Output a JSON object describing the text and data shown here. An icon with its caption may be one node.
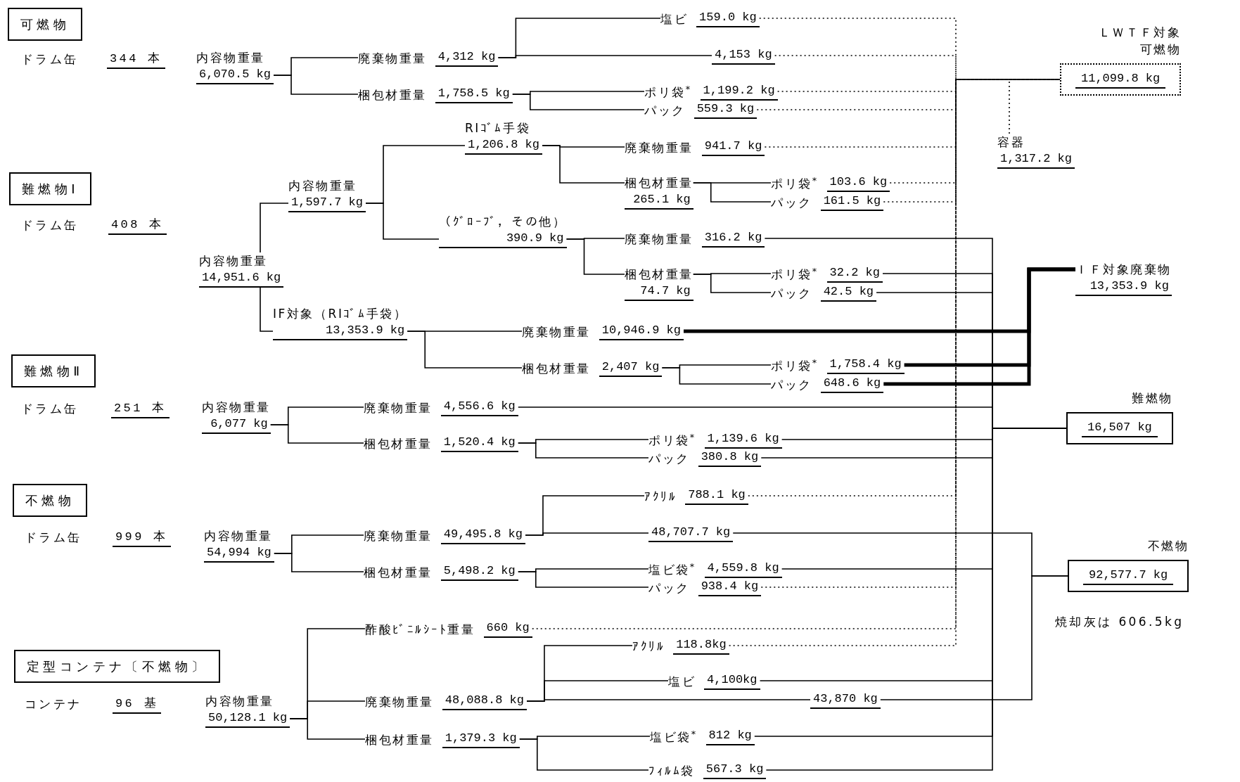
{
  "diagram": {
    "nodes": [
      {
        "text": [
          "可燃物"
        ],
        "beside": [
          "ドラム缶",
          "344 本"
        ]
      },
      {
        "text": [
          "内容物重量",
          "6,070.5 kg"
        ]
      },
      {
        "text": [
          "廃棄物重量",
          "4,312 kg"
        ]
      },
      {
        "text": [
          "梱包材重量",
          "1,758.5 kg"
        ]
      },
      {
        "text": [
          "塩ビ",
          "159.0 kg"
        ]
      },
      {
        "text": [
          "4,153 kg"
        ]
      },
      {
        "text": [
          "ポリ袋$^{*}$",
          "1,199.2 kg"
        ]
      },
      {
        "text": [
          "パック",
          "559.3 kg"
        ]
      },
      {
        "text": [
          "ＬＷＴＦ対象可燃物",
          "11,099.8 kg"
        ]
      },
      {
        "text": [
          "容器",
          "1,317.2 kg"
        ]
      },
      {
        "text": [
          "難燃物Ⅰ"
        ],
        "beside": [
          "ドラム缶",
          "408 本"
        ]
      },
      {
        "text": [
          "内容物重量",
          "14,951.6 kg"
        ]
      },
      {
        "text": [
          "内容物重量",
          "1,597.7 kg"
        ]
      },
      {
        "text": [
          "RIｺﾞﾑ手袋",
          "1,206.8 kg"
        ]
      },
      {
        "text": [
          "（ｸﾞﾛｰﾌﾞ，その他）",
          "390.9 kg"
        ]
      },
      {
        "text": [
          "IF対象（RIｺﾞﾑ手袋）",
          "13,353.9 kg"
        ]
      },
      {
        "text": [
          "廃棄物重量",
          "941.7 kg"
        ]
      },
      {
        "text": [
          "梱包材重量",
          "265.1 kg"
        ]
      },
      {
        "text": [
          "ポリ袋$^{*}$",
          "103.6 kg"
        ]
      },
      {
        "text": [
          "パック",
          "161.5 kg"
        ]
      },
      {
        "text": [
          "廃棄物重量",
          "316.2 kg"
        ]
      },
      {
        "text": [
          "梱包材重量",
          "74.7 kg"
        ]
      },
      {
        "text": [
          "ポリ袋$^{*}$",
          "32.2 kg"
        ]
      },
      {
        "text": [
          "パック",
          "42.5 kg"
        ]
      },
      {
        "text": [
          "廃棄物重量",
          "10,946.9 kg"
        ]
      },
      {
        "text": [
          "梱包材重量",
          "2,407 kg"
        ]
      },
      {
        "text": [
          "ポリ袋$^{*}$",
          "1,758.4 kg"
        ]
      },
      {
        "text": [
          "パック",
          "648.6 kg"
        ]
      },
      {
        "text": [
          "ＩＦ対象廃棄物",
          "13,353.9 kg"
        ]
      },
      {
        "text": [
          "難燃物Ⅱ"
        ],
        "beside": [
          "ドラム缶",
          "251 本"
        ]
      },
      {
        "text": [
          "内容物重量",
          "6,077 kg"
        ]
      },
      {
        "text": [
          "廃棄物重量",
          "4,556.6 kg"
        ]
      },
      {
        "text": [
          "梱包材重量",
          "1,520.4 kg"
        ]
      },
      {
        "text": [
          "ポリ袋$^{*}$",
          "1,139.6 kg"
        ]
      },
      {
        "text": [
          "パック",
          "380.8 kg"
        ]
      },
      {
        "text": [
          "難燃物",
          "16,507 kg"
        ]
      },
      {
        "text": [
          "不燃物"
        ],
        "beside": [
          "ドラム缶",
          "999 本"
        ]
      },
      {
        "text": [
          "内容物重量",
          "54,994 kg"
        ]
      },
      {
        "text": [
          "廃棄物重量",
          "49,495.8 kg"
        ]
      },
      {
        "text": [
          "梱包材重量",
          "5,498.2 kg"
        ]
      },
      {
        "text": [
          "ｱｸﾘﾙ",
          "788.1 kg"
        ]
      },
      {
        "text": [
          "48,707.7 kg"
        ]
      },
      {
        "text": [
          "塩ビ袋$^{*}$",
          "4,559.8 kg"
        ]
      },
      {
        "text": [
          "パック",
          "938.4 kg"
        ]
      },
      {
        "text": [
          "不燃物",
          "92,577.7 kg"
        ],
        "beside": [
          "焼却灰は 606.5kg"
        ]
      },
      {
        "text": [
          "定型コンテナ〔不燃物〕"
        ],
        "beside": [
          "コンテナ",
          "96 基"
        ]
      },
      {
        "text": [
          "内容物重量",
          "50,128.1 kg"
        ]
      },
      {
        "text": [
          "酢酸ﾋﾞﾆﾙｼｰﾄ重量",
          "660 kg"
        ]
      },
      {
        "text": [
          "廃棄物重量",
          "48,088.8 kg"
        ]
      },
      {
        "text": [
          "梱包材重量",
          "1,379.3 kg"
        ]
      },
      {
        "text": [
          "ｱｸﾘﾙ",
          "118.8kg"
        ]
      },
      {
        "text": [
          "塩ビ",
          "4,100kg"
        ]
      },
      {
        "text": [
          "43,870 kg"
        ]
      },
      {
        "text": [
          "塩ビ袋$^{*}$",
          "812 kg"
        ]
      },
      {
        "text": [
          "ﾌｨﾙﾑ袋",
          "567.3 kg"
        ]
      }
    ],
    "edges": [
      {
        "from": 1,
        "to": 2,
        "arrow": "none"
      },
      {
        "from": 1,
        "to": 3,
        "arrow": "none"
      },
      {
        "from": 2,
        "to": 4,
        "arrow": "none"
      },
      {
        "from": 2,
        "to": 5,
        "arrow": "none"
      },
      {
        "from": 3,
        "to": 6,
        "arrow": "none"
      },
      {
        "from": 3,
        "to": 7,
        "arrow": "none"
      },
      {
        "from": 4,
        "to": 8,
        "arrow": "none",
        "style": "dashed"
      },
      {
        "from": 5,
        "to": 8,
        "arrow": "none",
        "style": "dashed"
      },
      {
        "from": 6,
        "to": 8,
        "arrow": "none",
        "style": "dashed"
      },
      {
        "from": 7,
        "to": 8,
        "arrow": "none",
        "style": "dashed"
      },
      {
        "from": 9,
        "to": 8,
        "arrow": "none",
        "style": "dashed"
      },
      {
        "from": 11,
        "to": 12,
        "arrow": "none"
      },
      {
        "from": 11,
        "to": 15,
        "arrow": "none"
      },
      {
        "from": 12,
        "to": 13,
        "arrow": "none"
      },
      {
        "from": 12,
        "to": 14,
        "arrow": "none"
      },
      {
        "from": 13,
        "to": 16,
        "arrow": "none"
      },
      {
        "from": 13,
        "to": 17,
        "arrow": "none"
      },
      {
        "from": 17,
        "to": 18,
        "arrow": "none"
      },
      {
        "from": 17,
        "to": 19,
        "arrow": "none"
      },
      {
        "from": 14,
        "to": 20,
        "arrow": "none"
      },
      {
        "from": 14,
        "to": 21,
        "arrow": "none"
      },
      {
        "from": 21,
        "to": 22,
        "arrow": "none"
      },
      {
        "from": 21,
        "to": 23,
        "arrow": "none"
      },
      {
        "from": 15,
        "to": 24,
        "arrow": "none"
      },
      {
        "from": 15,
        "to": 25,
        "arrow": "none"
      },
      {
        "from": 25,
        "to": 26,
        "arrow": "none"
      },
      {
        "from": 25,
        "to": 27,
        "arrow": "none"
      },
      {
        "from": 16,
        "to": 8,
        "arrow": "none",
        "style": "dashed"
      },
      {
        "from": 18,
        "to": 8,
        "arrow": "none",
        "style": "dashed"
      },
      {
        "from": 19,
        "to": 8,
        "arrow": "none",
        "style": "dashed"
      },
      {
        "from": 20,
        "to": 35,
        "arrow": "none"
      },
      {
        "from": 22,
        "to": 35,
        "arrow": "none"
      },
      {
        "from": 23,
        "to": 35,
        "arrow": "none"
      },
      {
        "from": 24,
        "to": 28,
        "arrow": "none",
        "style": "thick"
      },
      {
        "from": 26,
        "to": 28,
        "arrow": "none",
        "style": "thick"
      },
      {
        "from": 27,
        "to": 28,
        "arrow": "none",
        "style": "thick"
      },
      {
        "from": 30,
        "to": 31,
        "arrow": "none"
      },
      {
        "from": 30,
        "to": 32,
        "arrow": "none"
      },
      {
        "from": 32,
        "to": 33,
        "arrow": "none"
      },
      {
        "from": 32,
        "to": 34,
        "arrow": "none"
      },
      {
        "from": 31,
        "to": 35,
        "arrow": "none"
      },
      {
        "from": 33,
        "to": 35,
        "arrow": "none"
      },
      {
        "from": 34,
        "to": 35,
        "arrow": "none"
      },
      {
        "from": 37,
        "to": 38,
        "arrow": "none"
      },
      {
        "from": 37,
        "to": 39,
        "arrow": "none"
      },
      {
        "from": 38,
        "to": 40,
        "arrow": "none"
      },
      {
        "from": 38,
        "to": 41,
        "arrow": "none"
      },
      {
        "from": 39,
        "to": 42,
        "arrow": "none"
      },
      {
        "from": 39,
        "to": 43,
        "arrow": "none"
      },
      {
        "from": 40,
        "to": 8,
        "arrow": "none",
        "style": "dashed"
      },
      {
        "from": 43,
        "to": 8,
        "arrow": "none",
        "style": "dashed"
      },
      {
        "from": 41,
        "to": 44,
        "arrow": "none"
      },
      {
        "from": 42,
        "to": 35,
        "arrow": "none"
      },
      {
        "from": 46,
        "to": 47,
        "arrow": "none"
      },
      {
        "from": 46,
        "to": 48,
        "arrow": "none"
      },
      {
        "from": 46,
        "to": 49,
        "arrow": "none"
      },
      {
        "from": 48,
        "to": 50,
        "arrow": "none"
      },
      {
        "from": 48,
        "to": 51,
        "arrow": "none"
      },
      {
        "from": 48,
        "to": 52,
        "arrow": "none"
      },
      {
        "from": 49,
        "to": 53,
        "arrow": "none"
      },
      {
        "from": 49,
        "to": 54,
        "arrow": "none"
      },
      {
        "from": 47,
        "to": 8,
        "arrow": "none",
        "style": "dashed"
      },
      {
        "from": 50,
        "to": 8,
        "arrow": "none",
        "style": "dashed"
      },
      {
        "from": 51,
        "to": 35,
        "arrow": "none"
      },
      {
        "from": 52,
        "to": 44,
        "arrow": "none"
      },
      {
        "from": 53,
        "to": 35,
        "arrow": "none"
      },
      {
        "from": 54,
        "to": 35,
        "arrow": "none"
      }
    ]
  }
}
